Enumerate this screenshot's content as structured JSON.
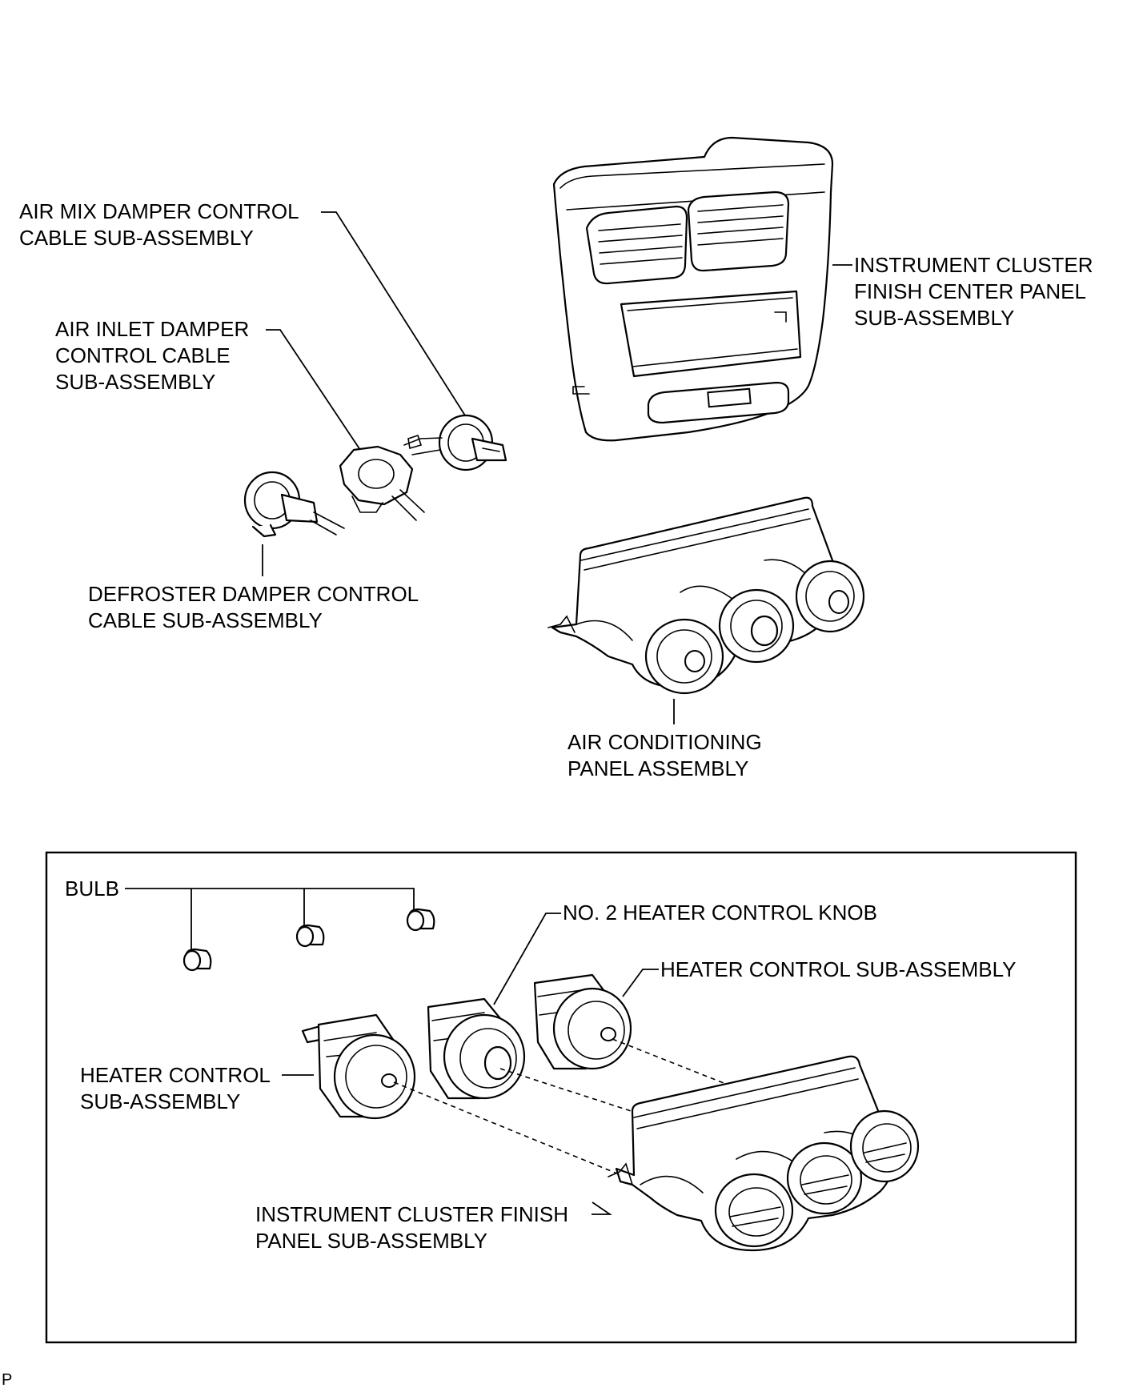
{
  "labels": {
    "air_mix_cable": [
      "AIR MIX DAMPER CONTROL",
      "CABLE SUB-ASSEMBLY"
    ],
    "air_inlet_cable": [
      "AIR INLET DAMPER",
      "CONTROL CABLE",
      "SUB-ASSEMBLY"
    ],
    "defroster_cable": [
      "DEFROSTER DAMPER CONTROL",
      "CABLE SUB-ASSEMBLY"
    ],
    "center_panel": [
      "INSTRUMENT CLUSTER",
      "FINISH CENTER PANEL",
      "SUB-ASSEMBLY"
    ],
    "ac_panel": [
      "AIR CONDITIONING",
      "PANEL ASSEMBLY"
    ],
    "bulb": [
      "BULB"
    ],
    "knob": [
      "NO. 2 HEATER CONTROL KNOB"
    ],
    "heater_right": [
      "HEATER CONTROL SUB-ASSEMBLY"
    ],
    "heater_left": [
      "HEATER CONTROL",
      "SUB-ASSEMBLY"
    ],
    "finish_panel": [
      "INSTRUMENT CLUSTER FINISH",
      "PANEL SUB-ASSEMBLY"
    ]
  },
  "corner_mark": "P"
}
